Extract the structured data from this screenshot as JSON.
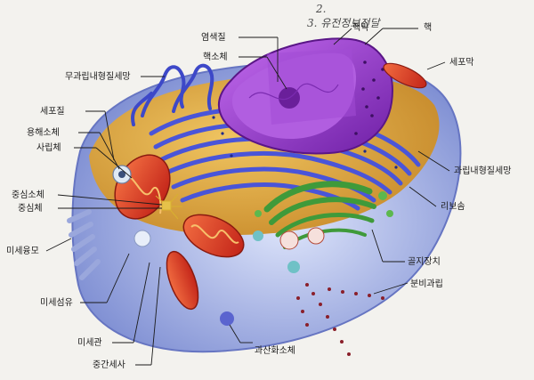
{
  "handwriting": {
    "line1": "2.",
    "line2": "3. 유전정보전달"
  },
  "labels": {
    "chromatin": "염색질",
    "nuclear_envelope": "핵막",
    "nucleus": "핵",
    "nucleolus": "핵소체",
    "cell_membrane": "세포막",
    "smooth_er": "무과립내형질세망",
    "cytoplasm": "세포질",
    "lysosome": "용해소체",
    "mitochondrion": "사립체",
    "centrosome": "중심소체",
    "centriole": "중심체",
    "microvilli": "미세융모",
    "microfilament": "미세섬유",
    "microtubule": "미세관",
    "intermediate_filament": "중간세사",
    "peroxisome": "과산화소체",
    "rough_er": "과립내형질세망",
    "ribosome": "리보솜",
    "golgi": "골지장치",
    "secretory_granule": "분비과립"
  },
  "colors": {
    "nucleus": "#8c2fc4",
    "nucleus_inner": "#b15ee0",
    "membrane": "#a9b6e6",
    "cytoplasm": "#e1a53a",
    "er": "#4a55d8",
    "mitochondria": "#e0452f",
    "golgi": "#3f9a3a",
    "background": "#f3f2ee"
  }
}
